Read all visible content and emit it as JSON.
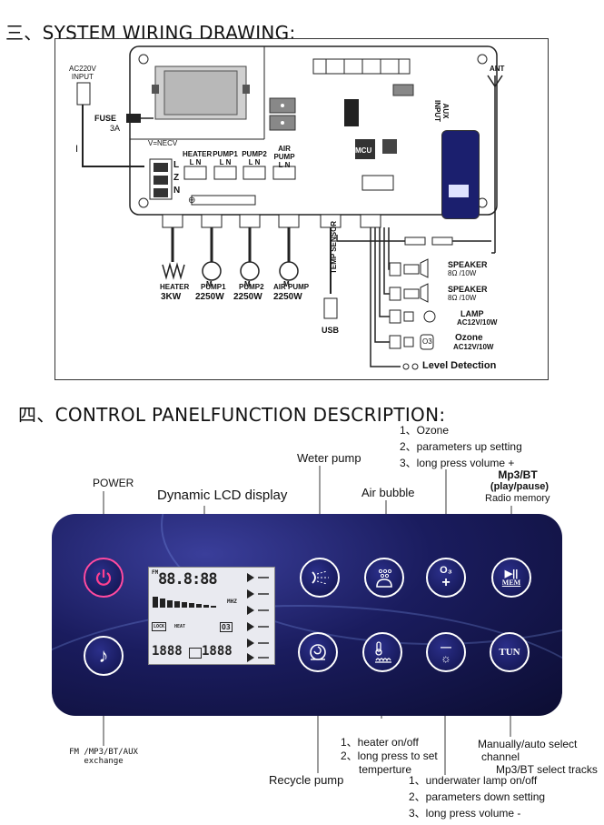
{
  "section1": {
    "heading": "三、SYSTEM WIRING DRAWING:",
    "ac_input_line1": "AC220V",
    "ac_input_line2": "INPUT",
    "fuse_label": "FUSE",
    "fuse_rating": "3A",
    "terminal_label": "V=NECV",
    "l_mark": "L",
    "z_mark": "Z",
    "n_mark": "N",
    "pe_mark": "⊕",
    "side_mark": "I",
    "outputs": [
      {
        "name": "HEATER",
        "pins": "L N"
      },
      {
        "name": "PUMP1",
        "pins": "L N"
      },
      {
        "name": "PUMP2",
        "pins": "L N"
      },
      {
        "name": "AIR PUMP",
        "pins": "L N"
      }
    ],
    "heater_label": "HEATER",
    "heater_power": "3KW",
    "pump1_label": "PUMP1",
    "pump1_power": "2250W",
    "pump2_label": "PUMP2",
    "pump2_power": "2250W",
    "airpump_label": "AIR PUMP",
    "airpump_power": "2250W",
    "motor_symbol": "M",
    "mcu_label": "MCU",
    "aux_input": "AUX INPUT",
    "ant_label": "ANT",
    "temp_sensor": "TEMP SENSOR",
    "usb_label": "USB",
    "speaker1": "SPEAKER",
    "speaker1_spec": "8Ω /10W",
    "speaker2": "SPEAKER",
    "speaker2_spec": "8Ω /10W",
    "lamp": "LAMP",
    "lamp_spec": "AC12V/10W",
    "ozone": "Ozone",
    "ozone_symbol": "O3",
    "ozone_spec": "AC12V/10W",
    "level_detection": "Level Detection"
  },
  "section2": {
    "heading": "四、CONTROL PANELFUNCTION DESCRIPTION:",
    "power": "POWER",
    "lcd_title": "Dynamic LCD display",
    "water_pump": "Weter pump",
    "air_bubble": "Air bubble",
    "ozone_desc": [
      "1、Ozone",
      "2、parameters up setting",
      "3、long press volume +"
    ],
    "mp3_title": "Mp3/BT",
    "mp3_sub": "(play/pause)",
    "radio_memory": "Radio memory",
    "fm_exchange_line1": "FM /MP3/BT/AUX",
    "fm_exchange_line2": "exchange",
    "heater_desc": [
      "1、heater on/off",
      "2、long press to set",
      "temperture"
    ],
    "recycle_pump": "Recycle  pump",
    "lamp_desc": [
      "1、underwater lamp on/off",
      "2、parameters down  setting",
      "3、long press volume -"
    ],
    "tun_desc": [
      "Manually/auto select",
      "channel",
      "Mp3/BT select tracks"
    ],
    "tun_button": "TUN",
    "mem_button": "MEM",
    "o3_button": "O₃",
    "plus": "+",
    "minus": "—",
    "lcd": {
      "fm": "FM",
      "freq_digits": "88.8:88",
      "mhz": "MHZ",
      "lock": "LOCK",
      "heat": "HEAT",
      "o3": "O3",
      "bottom_digits_left": "1888",
      "bottom_digits_right": "1888"
    }
  }
}
